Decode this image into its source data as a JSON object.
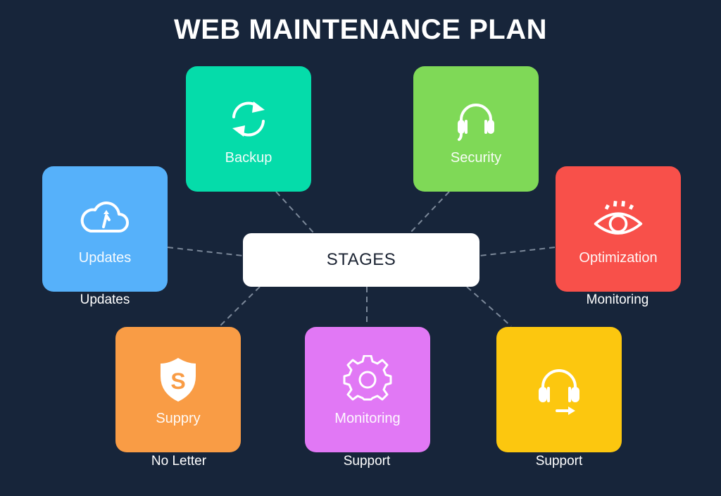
{
  "title": "WEB MAINTENANCE PLAN",
  "center": {
    "label": "STAGES"
  },
  "colors": {
    "background": "#17253a",
    "connector": "#7b8899",
    "backup": "#05dcaa",
    "security": "#7fd957",
    "updates": "#56b1fa",
    "optimization": "#f8504a",
    "suppry": "#f99c45",
    "monitoring": "#e178f5",
    "support": "#fcc70f"
  },
  "cards": [
    {
      "id": "backup",
      "label": "Backup",
      "icon": "refresh-icon",
      "caption": ""
    },
    {
      "id": "security",
      "label": "Security",
      "icon": "headphones-icon",
      "caption": ""
    },
    {
      "id": "updates",
      "label": "Updates",
      "icon": "cloud-upload-icon",
      "caption": "Updates"
    },
    {
      "id": "optimization",
      "label": "Optimization",
      "icon": "eye-icon",
      "caption": "Monitoring"
    },
    {
      "id": "suppry",
      "label": "Suppry",
      "icon": "shield-s-icon",
      "caption": "No Letter"
    },
    {
      "id": "monitoring",
      "label": "Monitoring",
      "icon": "gear-icon",
      "caption": "Support"
    },
    {
      "id": "support",
      "label": "",
      "icon": "headset-arrow-icon",
      "caption": "Support"
    }
  ]
}
